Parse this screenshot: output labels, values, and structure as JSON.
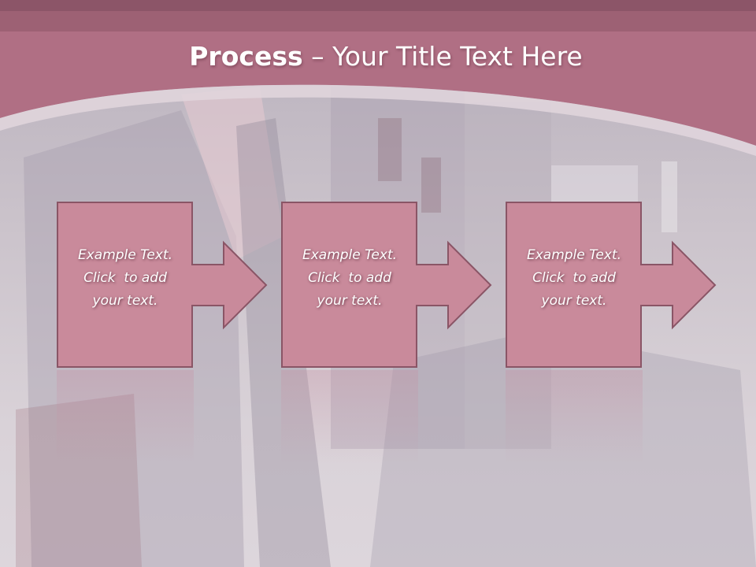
{
  "slide": {
    "title_bold": "Process",
    "title_separator": " – ",
    "title_rest": "Your Title Text Here"
  },
  "steps": [
    {
      "line1": "Example Text.",
      "line2": "Click  to add",
      "line3": "your text."
    },
    {
      "line1": "Example Text.",
      "line2": "Click  to add",
      "line3": "your text."
    },
    {
      "line1": "Example Text.",
      "line2": "Click  to add",
      "line3": "your text."
    }
  ],
  "colors": {
    "header": "#b06f84",
    "shape_fill": "#c98a9b",
    "shape_stroke": "#8a5566",
    "text": "#ffffff"
  },
  "icons": [
    "right-arrow-icon"
  ]
}
